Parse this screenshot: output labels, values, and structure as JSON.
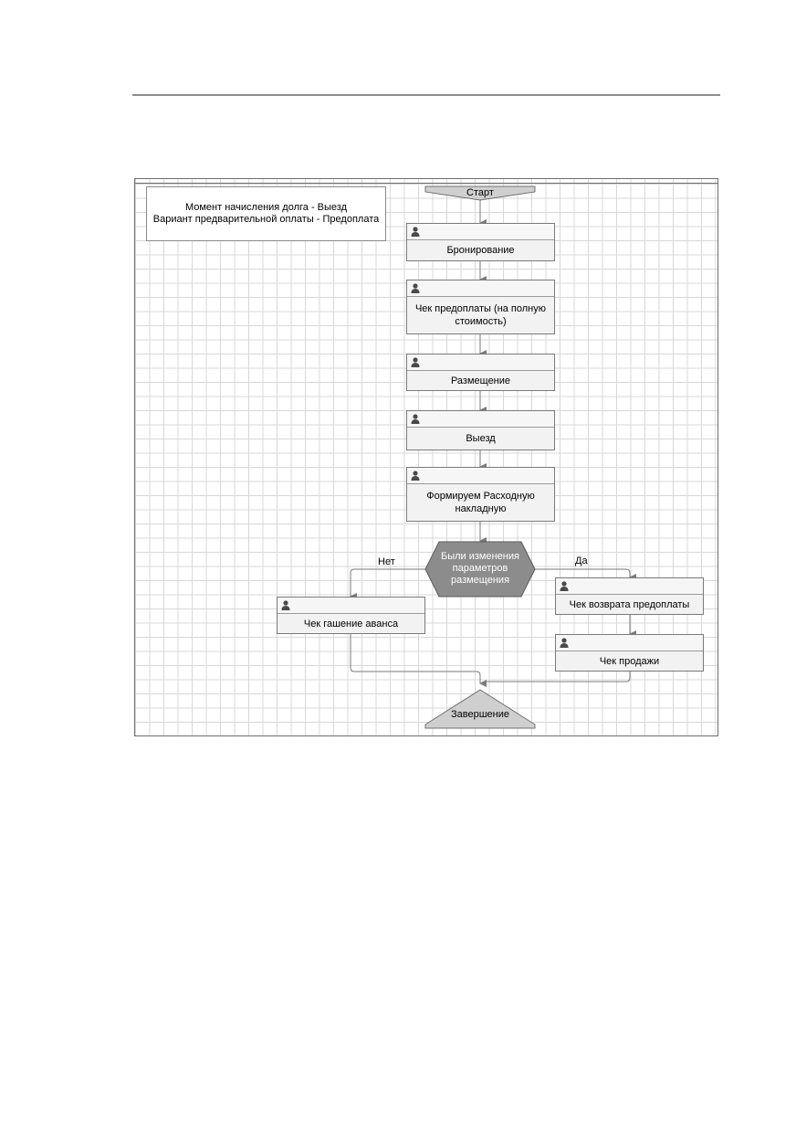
{
  "note": {
    "lines": [
      "Момент начисления долга - Выезд",
      "Вариант предварительной оплаты - Предоплата"
    ]
  },
  "start": {
    "label": "Старт"
  },
  "tasks": [
    {
      "id": "booking",
      "label": "Бронирование"
    },
    {
      "id": "prepay-check",
      "label": "Чек предоплаты (на полную стоимость)"
    },
    {
      "id": "placement",
      "label": "Размещение"
    },
    {
      "id": "checkout",
      "label": "Выезд"
    },
    {
      "id": "invoice",
      "label": "Формируем Расходную накладную"
    },
    {
      "id": "advance-repay",
      "label": "Чек гашение аванса"
    },
    {
      "id": "prepay-refund",
      "label": "Чек возврата предоплаты"
    },
    {
      "id": "sale-check",
      "label": "Чек продажи"
    }
  ],
  "decision": {
    "label": "Были изменения параметров размещения",
    "no_label": "Нет",
    "yes_label": "Да"
  },
  "end": {
    "label": "Завершение"
  },
  "colors": {
    "task_fill": "#f2f2f2",
    "terminal_fill": "#cfcfcf",
    "decision_fill": "#8c8c8c",
    "connector": "#7a7a7a",
    "grid": "#d8d8d8"
  },
  "icons": {
    "task": "user-icon"
  }
}
